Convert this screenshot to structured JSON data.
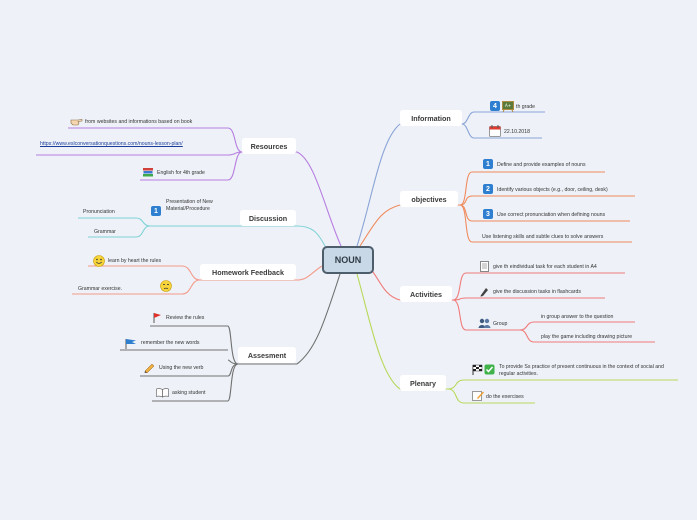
{
  "center": "NOUN",
  "branches": {
    "information": {
      "label": "Information",
      "items": [
        "4",
        "th grade",
        "22.10.2018"
      ]
    },
    "objectives": {
      "label": "objectives",
      "items": [
        "Define and provide examples of nouns",
        "Identify various objects (e.g., door, ceiling, desk)",
        "Use correct pronunciation when defining nouns",
        "Use listening skills and subtle clues to solve answers"
      ],
      "numbers": [
        "1",
        "2",
        "3"
      ]
    },
    "activities": {
      "label": "Activities",
      "items": [
        "give th eindividual task for each student in A4",
        "give the discussion tasks in flashcards",
        "Group"
      ],
      "group_items": [
        "in group answer to the question",
        "play the game including drawing picture"
      ]
    },
    "plenary": {
      "label": "Plenary",
      "items": [
        "To provide Ss practice of present continuous in the context of social and regular activities.",
        "do the exercises"
      ]
    },
    "resources": {
      "label": "Resources",
      "items": [
        "from websites and informations based on book",
        "https://www.eslconversationquestions.com/nouns-lesson-plan/",
        "English for 4th grade"
      ]
    },
    "discussion": {
      "label": "Discussion",
      "number": "1",
      "topic": "Presentation of New Material/Procedure",
      "items": [
        "Pronunciation",
        "Grammar"
      ]
    },
    "homework": {
      "label": "Homework Feedback",
      "items": [
        "learn by heart the rules",
        "Grammar exercise."
      ]
    },
    "assessment": {
      "label": "Assesment",
      "items": [
        "Review the rules",
        "remember the new words",
        "Using the new verb",
        "asking student"
      ]
    }
  },
  "colors": {
    "information": "#8aa4d6",
    "objectives": "#f08a5d",
    "activities": "#f07a7a",
    "plenary": "#b8d85a",
    "resources": "#b77de0",
    "discussion": "#7fd3d6",
    "homework": "#f49a8a",
    "assessment": "#707070",
    "number_box": "#2f7fd0"
  },
  "icons": [
    "calendar-icon",
    "hand-pointing-icon",
    "books-icon",
    "smiley-icon",
    "sad-face-icon",
    "red-flag-icon",
    "blue-flag-icon",
    "pencil-icon",
    "open-book-icon",
    "document-icon",
    "pen-icon",
    "people-icon",
    "checkered-flag-icon",
    "checkmark-icon",
    "note-pencil-icon",
    "blackboard-icon"
  ]
}
